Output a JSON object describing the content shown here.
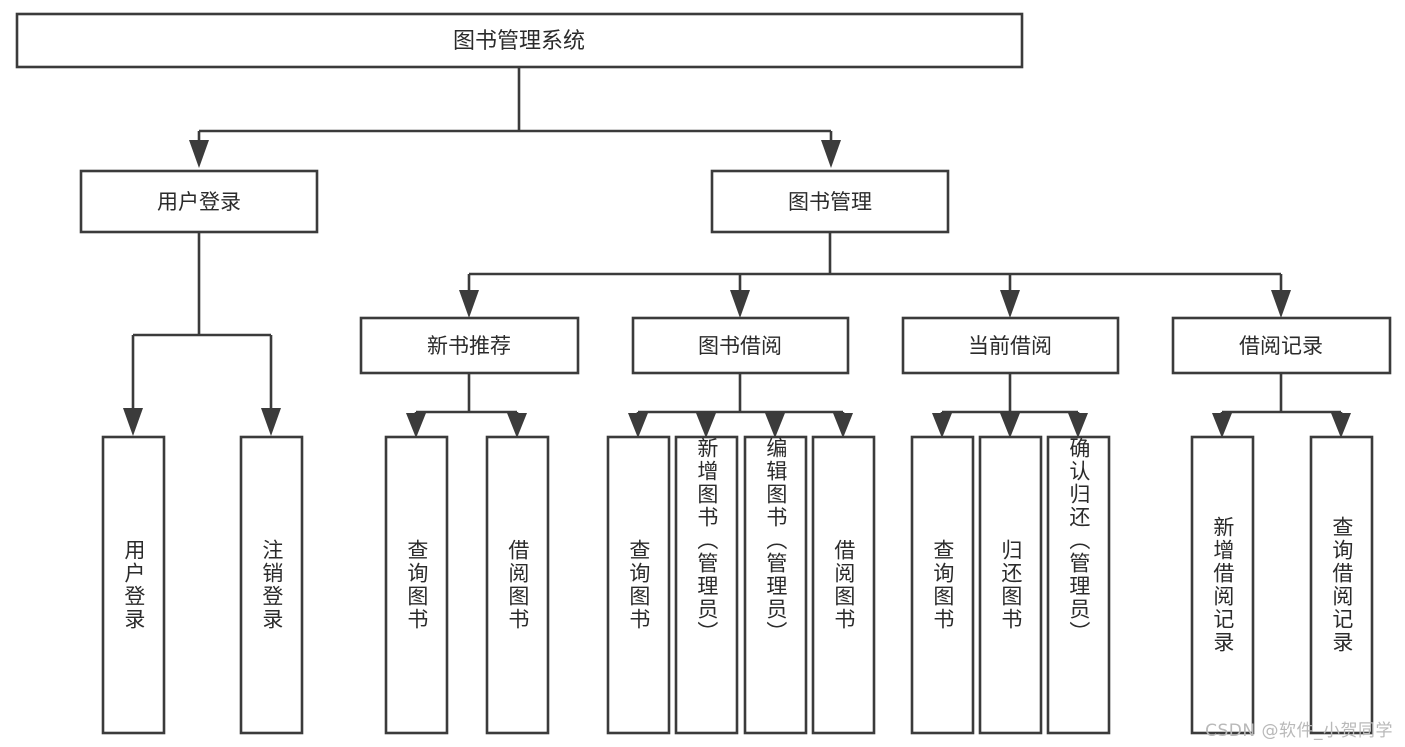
{
  "diagram": {
    "title": "图书管理系统",
    "type": "tree-hierarchy",
    "orientation": "top-down",
    "colors": {
      "stroke": "#3b3b3b",
      "box_fill": "#ffffff",
      "text": "#2b2b2b",
      "background": "#ffffff",
      "watermark": "#b9b9b9"
    }
  },
  "root": {
    "label": "图书管理系统"
  },
  "level2": [
    {
      "label": "用户登录"
    },
    {
      "label": "图书管理"
    }
  ],
  "level3": [
    {
      "label": "新书推荐"
    },
    {
      "label": "图书借阅"
    },
    {
      "label": "当前借阅"
    },
    {
      "label": "借阅记录"
    }
  ],
  "leaves": {
    "user_login": [
      {
        "label": "用户登录"
      },
      {
        "label": "注销登录"
      }
    ],
    "new_book_recommend": [
      {
        "label": "查询图书"
      },
      {
        "label": "借阅图书"
      }
    ],
    "book_borrow": [
      {
        "label": "查询图书"
      },
      {
        "label": "新增图书（管理员）"
      },
      {
        "label": "编辑图书（管理员）"
      },
      {
        "label": "借阅图书"
      }
    ],
    "current_borrow": [
      {
        "label": "查询图书"
      },
      {
        "label": "归还图书"
      },
      {
        "label": "确认归还（管理员）"
      }
    ],
    "borrow_record": [
      {
        "label": "新增借阅记录"
      },
      {
        "label": "查询借阅记录"
      }
    ]
  },
  "watermark": {
    "text": "CSDN @软件_小贺同学"
  }
}
